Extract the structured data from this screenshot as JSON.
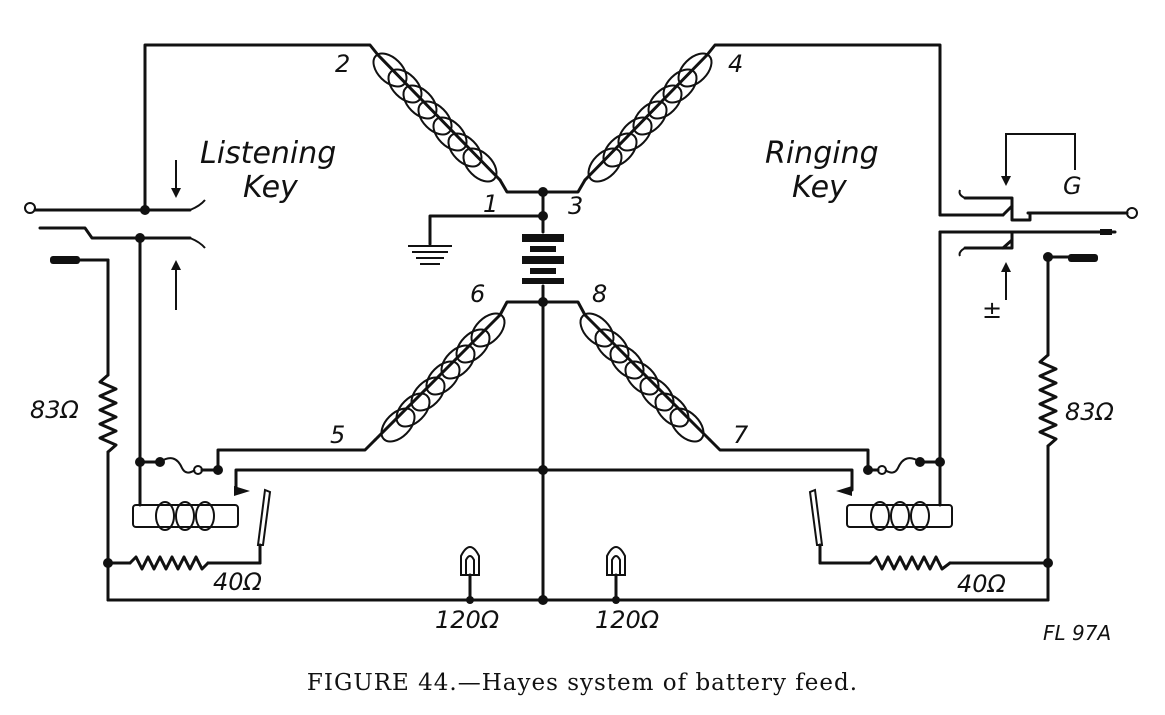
{
  "diagram": {
    "listening_key": [
      "Listening",
      "Key"
    ],
    "ringing_key": [
      "Ringing",
      "Key"
    ],
    "coil_numbers": [
      "1",
      "2",
      "3",
      "4",
      "5",
      "6",
      "7",
      "8"
    ],
    "resistors": {
      "left_83": "83Ω",
      "right_83": "83Ω",
      "left_40": "40Ω",
      "right_40": "40Ω",
      "lamp_left": "120Ω",
      "lamp_right": "120Ω"
    },
    "generator_label": "G",
    "battery_sign": "±",
    "reference": "FL 97A"
  },
  "caption": "FIGURE 44.—Hayes system of battery feed."
}
